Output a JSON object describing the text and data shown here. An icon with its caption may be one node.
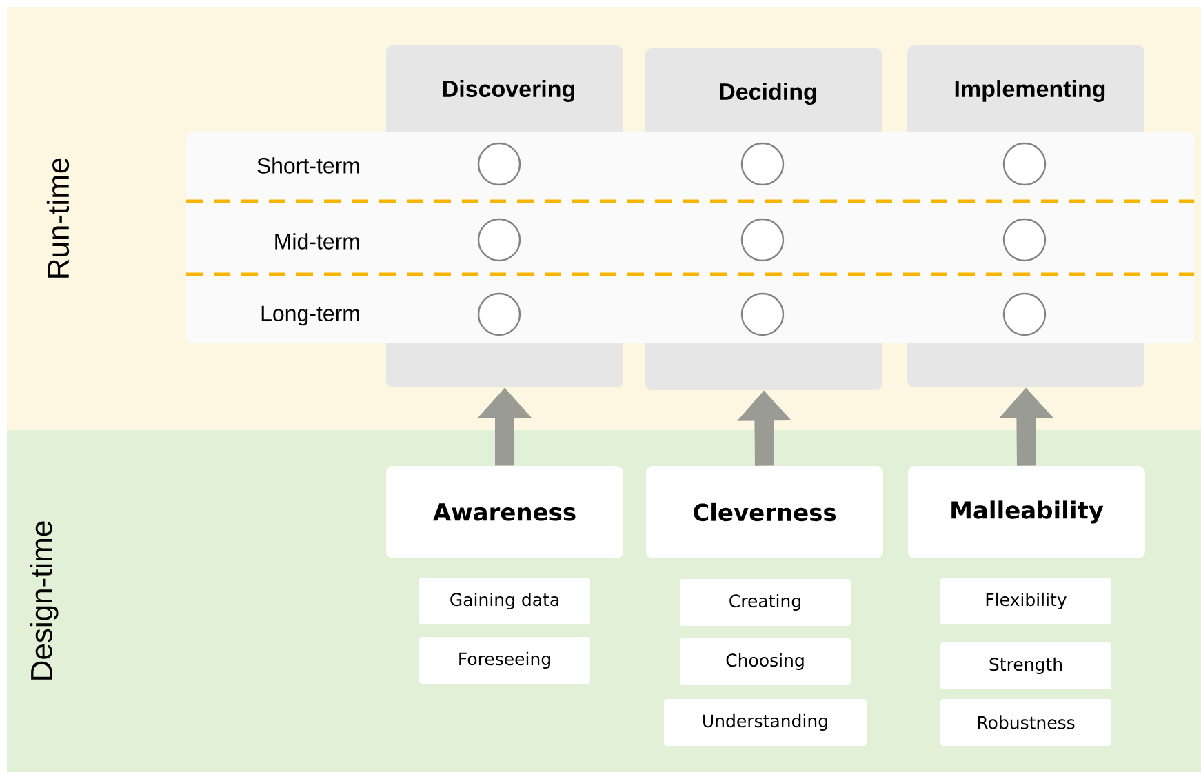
{
  "diagram": {
    "nodes": [
      {
        "text": [
          "Run-time"
        ]
      },
      {
        "text": [
          "Design-time"
        ]
      },
      {
        "text": [
          "Discovering"
        ],
        "in": 0
      },
      {
        "text": [
          "Deciding"
        ],
        "in": 0
      },
      {
        "text": [
          "Implementing"
        ],
        "in": 0
      },
      {
        "text": [
          "Short-term",
          "Mid-term",
          "Long-term"
        ],
        "in": 0
      },
      {
        "text": [],
        "shape": "circle"
      },
      {
        "text": [],
        "shape": "circle"
      },
      {
        "text": [],
        "shape": "circle"
      },
      {
        "text": [],
        "shape": "circle"
      },
      {
        "text": [],
        "shape": "circle"
      },
      {
        "text": [],
        "shape": "circle"
      },
      {
        "text": [],
        "shape": "circle"
      },
      {
        "text": [],
        "shape": "circle"
      },
      {
        "text": [],
        "shape": "circle"
      },
      {
        "text": [
          "Awareness"
        ],
        "in": 1
      },
      {
        "text": [
          "Cleverness"
        ],
        "in": 1
      },
      {
        "text": [
          "Malleability"
        ],
        "in": 1
      },
      {
        "text": [
          "Gaining data"
        ],
        "in": 1
      },
      {
        "text": [
          "Foreseeing"
        ],
        "in": 1
      },
      {
        "text": [
          "Creating"
        ],
        "in": 1
      },
      {
        "text": [
          "Choosing"
        ],
        "in": 1
      },
      {
        "text": [
          "Understanding"
        ],
        "in": 1
      },
      {
        "text": [
          "Flexibility"
        ],
        "in": 1
      },
      {
        "text": [
          "Strength"
        ],
        "in": 1
      },
      {
        "text": [
          "Robustness"
        ],
        "in": 1
      }
    ],
    "edges": [
      {
        "from": 15,
        "to": 2,
        "arrow": "to"
      },
      {
        "from": 16,
        "to": 3,
        "arrow": "to"
      },
      {
        "from": 17,
        "to": 4,
        "arrow": "to"
      }
    ]
  }
}
